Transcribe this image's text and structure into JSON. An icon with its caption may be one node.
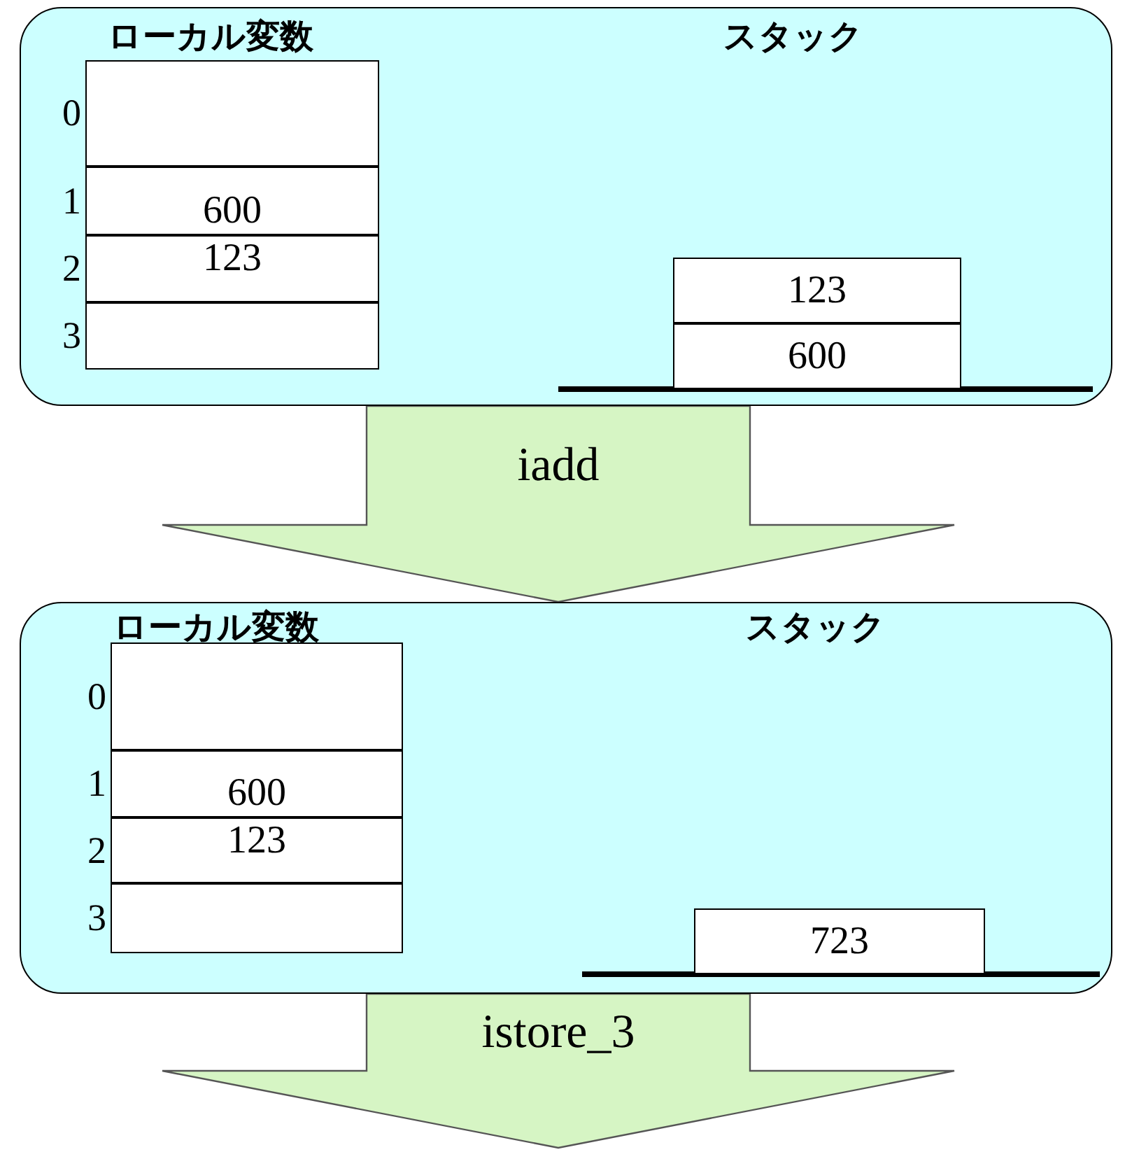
{
  "diagram": {
    "nodes": [
      {
        "text": [
          "ローカル変数",
          "スタック"
        ]
      },
      {
        "text": [],
        "shape": "box",
        "in": 0,
        "beside": [
          "0"
        ]
      },
      {
        "text": [
          "600"
        ],
        "in": 0,
        "beside": [
          "1"
        ]
      },
      {
        "text": [
          "123"
        ],
        "in": 0,
        "beside": [
          "2"
        ]
      },
      {
        "text": [],
        "shape": "box",
        "in": 0,
        "beside": [
          "3"
        ]
      },
      {
        "text": [
          "123"
        ],
        "in": 0
      },
      {
        "text": [
          "600"
        ],
        "in": 0
      },
      {
        "text": [
          "ローカル変数",
          "スタック"
        ]
      },
      {
        "text": [],
        "shape": "box",
        "in": 7,
        "beside": [
          "0"
        ]
      },
      {
        "text": [
          "600"
        ],
        "in": 7,
        "beside": [
          "1"
        ]
      },
      {
        "text": [
          "123"
        ],
        "in": 7,
        "beside": [
          "2"
        ]
      },
      {
        "text": [],
        "shape": "box",
        "in": 7,
        "beside": [
          "3"
        ]
      },
      {
        "text": [
          "723"
        ],
        "in": 7
      }
    ],
    "edges": [
      {
        "from": 0,
        "to": 7,
        "arrow": "to",
        "label": "iadd"
      },
      {
        "from": 7,
        "to": null,
        "arrow": "to",
        "label": "istore_3"
      }
    ]
  }
}
